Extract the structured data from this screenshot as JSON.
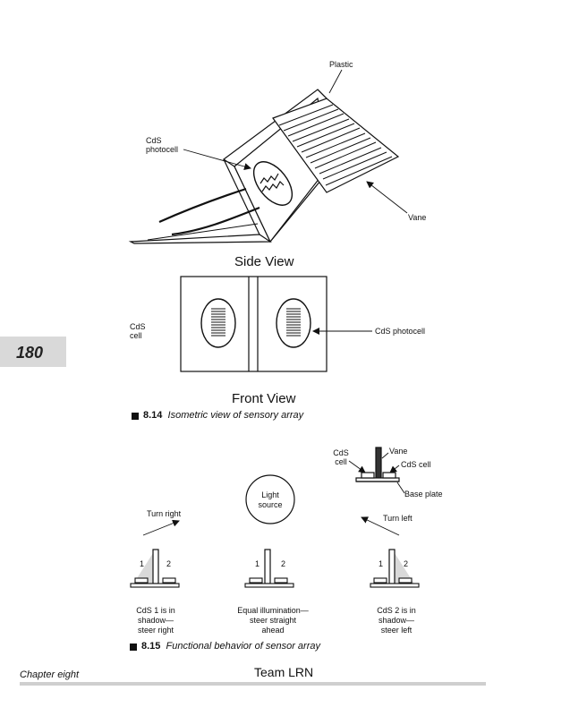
{
  "page": {
    "number": "180",
    "chapter": "Chapter eight",
    "team": "Team LRN"
  },
  "fig814": {
    "side_labels": {
      "plastic": "Plastic",
      "cds_photocell_l1": "CdS",
      "cds_photocell_l2": "photocell",
      "vane": "Vane"
    },
    "side_title": "Side View",
    "front_labels": {
      "cds_cell_l1": "CdS",
      "cds_cell_l2": "cell",
      "cds_photocell": "CdS photocell"
    },
    "front_title": "Front View",
    "caption_num": "8.14",
    "caption_text": "Isometric view of sensory array"
  },
  "fig815": {
    "detail": {
      "cds_cell_left_l1": "CdS",
      "cds_cell_left_l2": "cell",
      "vane": "Vane",
      "cds_cell_right": "CdS cell",
      "base_plate": "Base plate"
    },
    "light_source_l1": "Light",
    "light_source_l2": "source",
    "turn_right": "Turn right",
    "turn_left": "Turn left",
    "sensor_left": {
      "n1": "1",
      "n2": "2",
      "d1": "CdS 1 is in",
      "d2": "shadow—",
      "d3": "steer right"
    },
    "sensor_mid": {
      "n1": "1",
      "n2": "2",
      "d1": "Equal illumination—",
      "d2": "steer straight",
      "d3": "ahead"
    },
    "sensor_right": {
      "n1": "1",
      "n2": "2",
      "d1": "CdS 2 is in",
      "d2": "shadow—",
      "d3": "steer left"
    },
    "caption_num": "8.15",
    "caption_text": "Functional behavior of sensor array"
  }
}
